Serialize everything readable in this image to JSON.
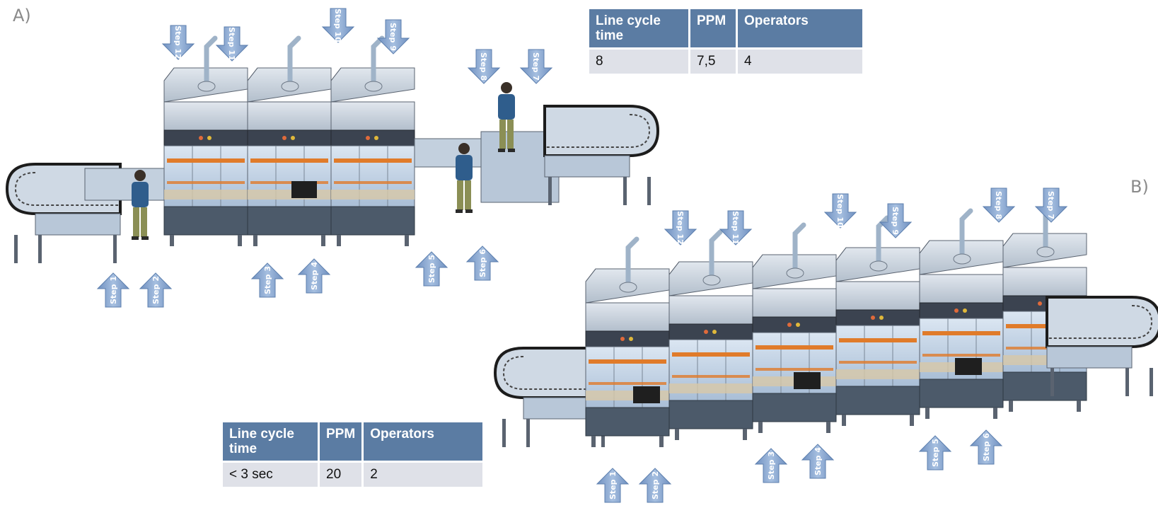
{
  "panels": {
    "a": {
      "label": "A)",
      "table": {
        "headers": [
          "Line cycle time",
          "PPM",
          "Operators"
        ],
        "values": [
          "8",
          "7,5",
          "4"
        ]
      },
      "steps": [
        "Step 1",
        "Step 2",
        "Step 3",
        "Step 4",
        "Step 5",
        "Step 6",
        "Step 7",
        "Step 8",
        "Step 9",
        "Step 10",
        "Step 11",
        "Step 12"
      ]
    },
    "b": {
      "label": "B)",
      "table": {
        "headers": [
          "Line cycle time",
          "PPM",
          "Operators"
        ],
        "values": [
          "< 3 sec",
          "20",
          "2"
        ]
      },
      "steps": [
        "Step 1",
        "Step 2",
        "Step 3",
        "Step 4",
        "Step 5",
        "Step 6",
        "Step 7",
        "Step 8",
        "Step 9",
        "Step 10",
        "Step 11",
        "Step 12"
      ]
    }
  },
  "colors": {
    "table_header": "#5b7ca3",
    "table_cell": "#dfe1e8",
    "arrow_fill": "#7f9ecb",
    "machine_body": "#b9c6d6",
    "machine_dark": "#3b4350",
    "accent_orange": "#e07b2a"
  }
}
